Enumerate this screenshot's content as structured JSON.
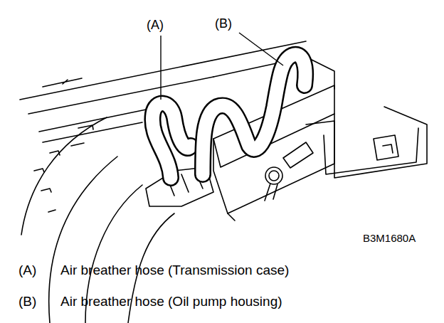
{
  "diagram": {
    "labels": [
      "(A)",
      "(B)",
      "B3M1680A",
      "(A)",
      "Air breather hose (Transmission case)",
      "(B)",
      "Air breather hose (Oil pump housing)"
    ]
  }
}
